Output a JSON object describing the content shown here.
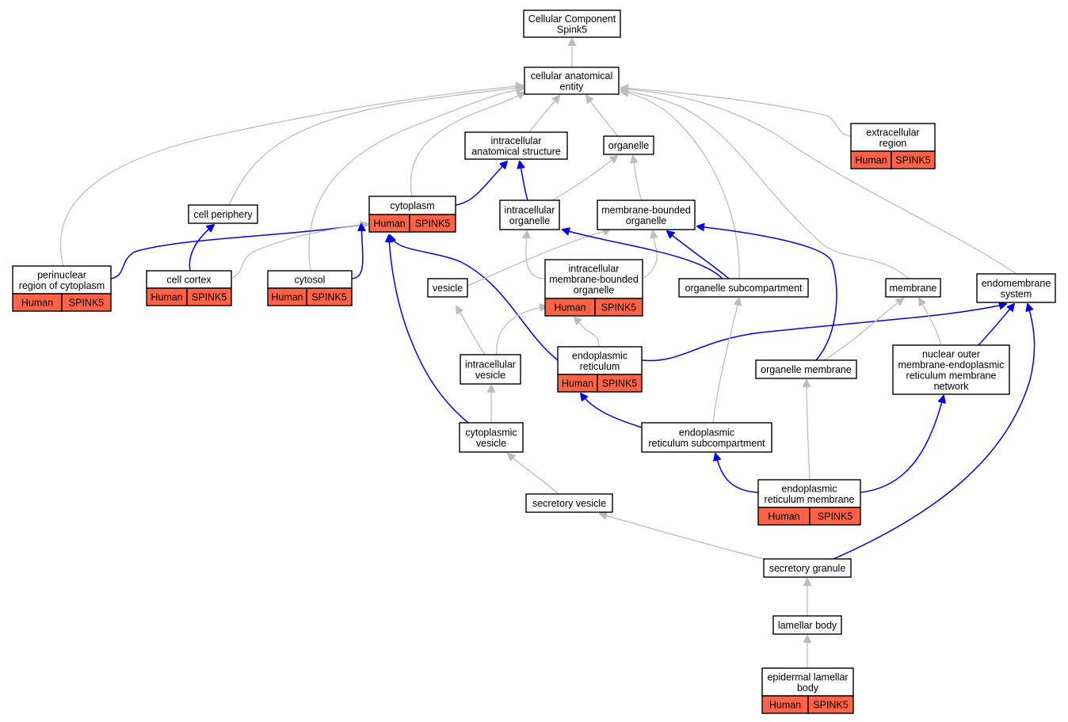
{
  "colors": {
    "is_a_edge": "#bdbdbd",
    "part_of_edge": "#0000ee",
    "annotation_fill": "#ff6347",
    "node_fill": "#ffffff",
    "node_border": "#000000"
  },
  "nodes": [
    {
      "id": "root",
      "lines": [
        "Cellular Component",
        "Spink5"
      ]
    },
    {
      "id": "cae",
      "lines": [
        "cellular anatomical",
        "entity"
      ]
    },
    {
      "id": "extracellular",
      "lines": [
        "extracellular",
        "region"
      ],
      "annotation": [
        "Human",
        "SPINK5"
      ]
    },
    {
      "id": "ias",
      "lines": [
        "intracellular",
        "anatomical structure"
      ]
    },
    {
      "id": "organelle",
      "lines": [
        "organelle"
      ]
    },
    {
      "id": "cellperiphery",
      "lines": [
        "cell periphery"
      ]
    },
    {
      "id": "cytoplasm",
      "lines": [
        "cytoplasm"
      ],
      "annotation": [
        "Human",
        "SPINK5"
      ]
    },
    {
      "id": "intraorg",
      "lines": [
        "intracellular",
        "organelle"
      ]
    },
    {
      "id": "mbo",
      "lines": [
        "membrane-bounded",
        "organelle"
      ]
    },
    {
      "id": "perinuclear",
      "lines": [
        "perinuclear",
        "region of cytoplasm"
      ],
      "annotation": [
        "Human",
        "SPINK5"
      ]
    },
    {
      "id": "cellcortex",
      "lines": [
        "cell cortex"
      ],
      "annotation": [
        "Human",
        "SPINK5"
      ]
    },
    {
      "id": "cytosol",
      "lines": [
        "cytosol"
      ],
      "annotation": [
        "Human",
        "SPINK5"
      ]
    },
    {
      "id": "vesicle",
      "lines": [
        "vesicle"
      ]
    },
    {
      "id": "imbo",
      "lines": [
        "intracellular",
        "membrane-bounded",
        "organelle"
      ],
      "annotation": [
        "Human",
        "SPINK5"
      ]
    },
    {
      "id": "orgsub",
      "lines": [
        "organelle subcompartment"
      ]
    },
    {
      "id": "membrane",
      "lines": [
        "membrane"
      ]
    },
    {
      "id": "endomem",
      "lines": [
        "endomembrane",
        "system"
      ]
    },
    {
      "id": "er",
      "lines": [
        "endoplasmic",
        "reticulum"
      ],
      "annotation": [
        "Human",
        "SPINK5"
      ]
    },
    {
      "id": "ivesicle",
      "lines": [
        "intracellular",
        "vesicle"
      ]
    },
    {
      "id": "orgmem",
      "lines": [
        "organelle membrane"
      ]
    },
    {
      "id": "nuclear",
      "lines": [
        "nuclear outer",
        "membrane-endoplasmic",
        "reticulum membrane",
        "network"
      ]
    },
    {
      "id": "cytovesicle",
      "lines": [
        "cytoplasmic",
        "vesicle"
      ]
    },
    {
      "id": "ersub",
      "lines": [
        "endoplasmic",
        "reticulum subcompartment"
      ]
    },
    {
      "id": "ermem",
      "lines": [
        "endoplasmic",
        "reticulum membrane"
      ],
      "annotation": [
        "Human",
        "SPINK5"
      ]
    },
    {
      "id": "secvesicle",
      "lines": [
        "secretory vesicle"
      ]
    },
    {
      "id": "secgranule",
      "lines": [
        "secretory granule"
      ]
    },
    {
      "id": "lamellar",
      "lines": [
        "lamellar body"
      ]
    },
    {
      "id": "epidermal",
      "lines": [
        "epidermal lamellar",
        "body"
      ],
      "annotation": [
        "Human",
        "SPINK5"
      ]
    }
  ],
  "edges": [
    {
      "from": "cae",
      "to": "root",
      "type": "is_a"
    },
    {
      "from": "ias",
      "to": "cae",
      "type": "is_a"
    },
    {
      "from": "organelle",
      "to": "cae",
      "type": "is_a"
    },
    {
      "from": "extracellular",
      "to": "cae",
      "type": "is_a"
    },
    {
      "from": "cellperiphery",
      "to": "cae",
      "type": "is_a"
    },
    {
      "from": "perinuclear",
      "to": "cae",
      "type": "is_a"
    },
    {
      "from": "cytosol",
      "to": "cae",
      "type": "is_a"
    },
    {
      "from": "cytoplasm",
      "to": "cae",
      "type": "is_a"
    },
    {
      "from": "orgsub",
      "to": "cae",
      "type": "is_a"
    },
    {
      "from": "membrane",
      "to": "cae",
      "type": "is_a"
    },
    {
      "from": "endomem",
      "to": "cae",
      "type": "is_a"
    },
    {
      "from": "cytoplasm",
      "to": "ias",
      "type": "part_of"
    },
    {
      "from": "intraorg",
      "to": "ias",
      "type": "part_of"
    },
    {
      "from": "intraorg",
      "to": "organelle",
      "type": "is_a"
    },
    {
      "from": "mbo",
      "to": "organelle",
      "type": "is_a"
    },
    {
      "from": "cellcortex",
      "to": "cellperiphery",
      "type": "part_of"
    },
    {
      "from": "perinuclear",
      "to": "cytoplasm",
      "type": "part_of"
    },
    {
      "from": "cellcortex",
      "to": "cytoplasm",
      "type": "is_a"
    },
    {
      "from": "cytosol",
      "to": "cytoplasm",
      "type": "part_of"
    },
    {
      "from": "er",
      "to": "cytoplasm",
      "type": "part_of"
    },
    {
      "from": "cytovesicle",
      "to": "cytoplasm",
      "type": "part_of"
    },
    {
      "from": "vesicle",
      "to": "mbo",
      "type": "is_a"
    },
    {
      "from": "imbo",
      "to": "intraorg",
      "type": "is_a"
    },
    {
      "from": "imbo",
      "to": "mbo",
      "type": "is_a"
    },
    {
      "from": "orgsub",
      "to": "intraorg",
      "type": "part_of"
    },
    {
      "from": "orgsub",
      "to": "mbo",
      "type": "part_of"
    },
    {
      "from": "orgmem",
      "to": "mbo",
      "type": "part_of"
    },
    {
      "from": "er",
      "to": "imbo",
      "type": "is_a"
    },
    {
      "from": "er",
      "to": "endomem",
      "type": "part_of"
    },
    {
      "from": "ivesicle",
      "to": "vesicle",
      "type": "is_a"
    },
    {
      "from": "ivesicle",
      "to": "imbo",
      "type": "is_a"
    },
    {
      "from": "orgmem",
      "to": "membrane",
      "type": "is_a"
    },
    {
      "from": "nuclear",
      "to": "membrane",
      "type": "is_a"
    },
    {
      "from": "nuclear",
      "to": "endomem",
      "type": "part_of"
    },
    {
      "from": "cytovesicle",
      "to": "ivesicle",
      "type": "is_a"
    },
    {
      "from": "ersub",
      "to": "er",
      "type": "part_of"
    },
    {
      "from": "ersub",
      "to": "orgsub",
      "type": "is_a"
    },
    {
      "from": "ermem",
      "to": "ersub",
      "type": "part_of"
    },
    {
      "from": "ermem",
      "to": "orgmem",
      "type": "is_a"
    },
    {
      "from": "ermem",
      "to": "nuclear",
      "type": "part_of"
    },
    {
      "from": "secvesicle",
      "to": "cytovesicle",
      "type": "is_a"
    },
    {
      "from": "secgranule",
      "to": "secvesicle",
      "type": "is_a"
    },
    {
      "from": "secgranule",
      "to": "endomem",
      "type": "part_of"
    },
    {
      "from": "lamellar",
      "to": "secgranule",
      "type": "is_a"
    },
    {
      "from": "epidermal",
      "to": "lamellar",
      "type": "is_a"
    }
  ]
}
